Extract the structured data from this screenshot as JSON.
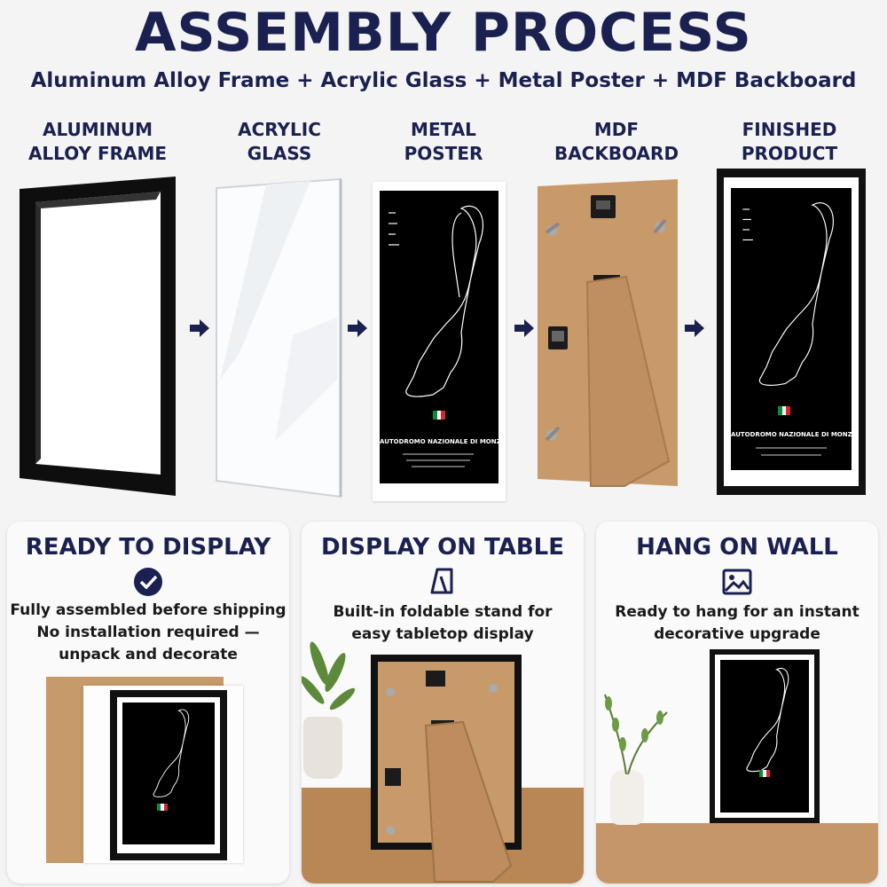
{
  "header": {
    "title": "ASSEMBLY PROCESS",
    "subtitle": "Aluminum Alloy Frame + Acrylic Glass + Metal Poster + MDF Backboard"
  },
  "steps": [
    {
      "line1": "ALUMINUM",
      "line2": "ALLOY FRAME"
    },
    {
      "line1": "ACRYLIC",
      "line2": "GLASS"
    },
    {
      "line1": "METAL",
      "line2": "POSTER"
    },
    {
      "line1": "MDF",
      "line2": "BACKBOARD"
    },
    {
      "line1": "FINISHED",
      "line2": "PRODUCT"
    }
  ],
  "poster": {
    "title": "AUTODROMO NAZIONALE DI MONZA"
  },
  "panels": [
    {
      "heading": "READY TO DISPLAY",
      "icon": "check-circle-icon",
      "lines": [
        "Fully assembled before shipping",
        "No installation required —",
        "unpack and decorate"
      ]
    },
    {
      "heading": "DISPLAY ON TABLE",
      "icon": "frame-stand-icon",
      "lines": [
        "Built-in foldable stand for",
        "easy tabletop display"
      ]
    },
    {
      "heading": "HANG ON WALL",
      "icon": "picture-icon",
      "lines": [
        "Ready to hang for an instant",
        "decorative upgrade"
      ]
    }
  ],
  "colors": {
    "navy": "#1a2150",
    "kraft": "#c89a6a",
    "frame": "#111111"
  }
}
